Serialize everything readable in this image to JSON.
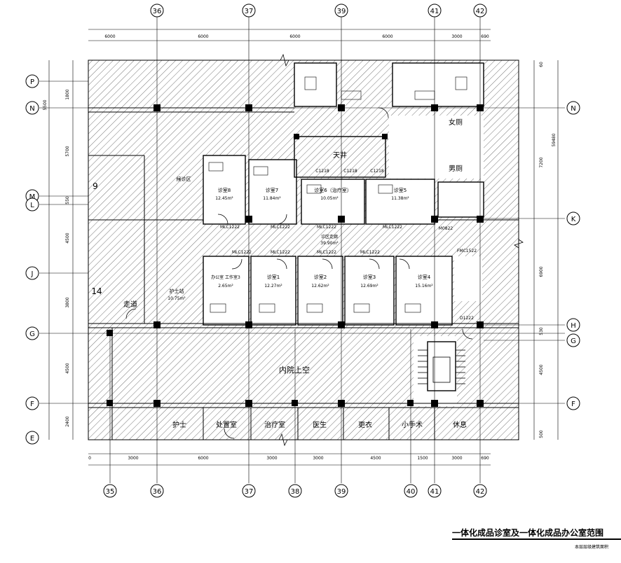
{
  "axes_top": [
    "36",
    "37",
    "39",
    "41",
    "42"
  ],
  "axes_bottom": [
    "35",
    "36",
    "37",
    "38",
    "39",
    "40",
    "41",
    "42"
  ],
  "axes_left": [
    "P",
    "N",
    "M",
    "L",
    "J",
    "G",
    "F",
    "E"
  ],
  "axes_right": [
    "N",
    "K",
    "H",
    "G",
    "F"
  ],
  "dims_top": [
    "6000",
    "6000",
    "6000",
    "6000",
    "3000",
    "690"
  ],
  "dims_bottom": [
    "0",
    "3000",
    "6000",
    "3000",
    "3000",
    "4500",
    "1500",
    "3000",
    "690"
  ],
  "dims_left": [
    "1800",
    "5500",
    "5700",
    "550",
    "4500",
    "3800",
    "4500",
    "2400"
  ],
  "dims_right": [
    "60",
    "7200",
    "59480",
    "6900",
    "530",
    "4500",
    "500"
  ],
  "rooms": {
    "tianjing": "天井",
    "nvce": "女厕",
    "nance": "男厕",
    "zhenshi8": "诊室8",
    "zhenshi8_area": "12.45m²",
    "zhenshi7": "诊室7",
    "zhenshi7_area": "11.84m²",
    "zhenshi6": "诊室6（治疗室）",
    "zhenshi6_area": "10.05m²",
    "zhenshi5": "诊室5",
    "zhenshi5_area": "11.38m²",
    "houzhen": "候诊区",
    "gongzuo": "办公室 工作室3",
    "gongzuo_area": "2.65m²",
    "zhenshi1": "诊室1",
    "zhenshi1_area": "12.27m²",
    "zhenshi2": "诊室2",
    "zhenshi2_area": "12.62m²",
    "zhenshi3": "诊室3",
    "zhenshi3_area": "12.69m²",
    "zhenshi4": "诊室4",
    "zhenshi4_area": "15.16m²",
    "hushizhan": "护士站",
    "hushizhan_area": "10.75m²",
    "zoudao": "走道",
    "neiyuan": "内院上空",
    "hushi": "护士",
    "chuzhi": "处置室",
    "zhiliao": "治疗室",
    "yisheng": "医生",
    "gengyi": "更衣",
    "xiaoshoushu": "小手术",
    "xiuxi": "休息",
    "wanbiao": "9",
    "num14": "14",
    "zhenqu": "诊区走廊",
    "zhenqu_area": "39.90m²"
  },
  "door_tags": [
    "MLC1222",
    "MLC1222",
    "MLC1222",
    "MLC1222",
    "MLC1222",
    "MLC1222",
    "MLC1222",
    "MLC1222",
    "C1218",
    "C1218",
    "C1218",
    "M0822",
    "FMC1522",
    "D1222"
  ],
  "drawing_title": "一体化成品诊室及一体化成品办公室范围",
  "note": "本层层级建筑面积"
}
